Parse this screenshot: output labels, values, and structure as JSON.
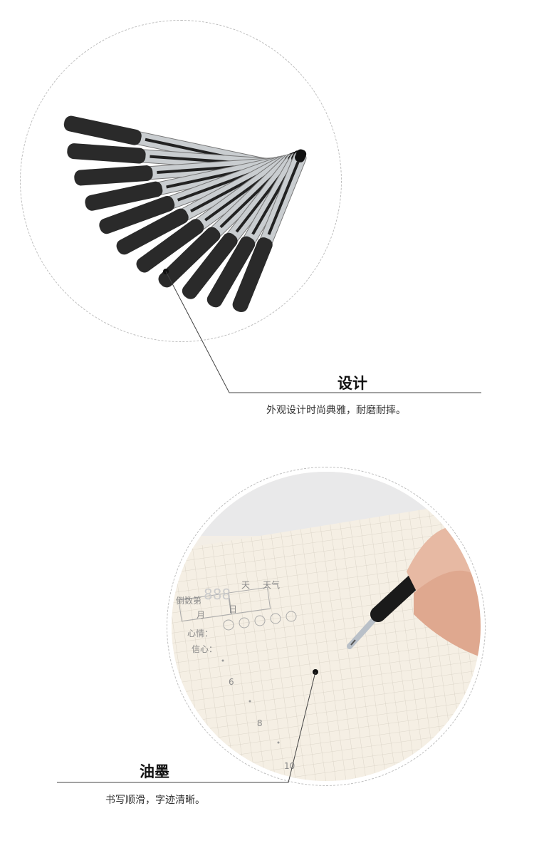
{
  "sections": [
    {
      "title": "设计",
      "subtitle": "外观设计时尚典雅，耐磨耐摔。"
    },
    {
      "title": "油墨",
      "subtitle": "书写顺滑，字迹清晰。"
    }
  ],
  "notebook": {
    "countdown": "倒数第",
    "digits": "888",
    "day": "天",
    "weather": "天气",
    "month": "月",
    "date": "日",
    "mood": "心情：",
    "confidence": "信心：",
    "ruler": [
      "6",
      "8",
      "10"
    ]
  },
  "colors": {
    "accent": "#111111",
    "line": "#444444",
    "paper": "#f3eee6"
  }
}
